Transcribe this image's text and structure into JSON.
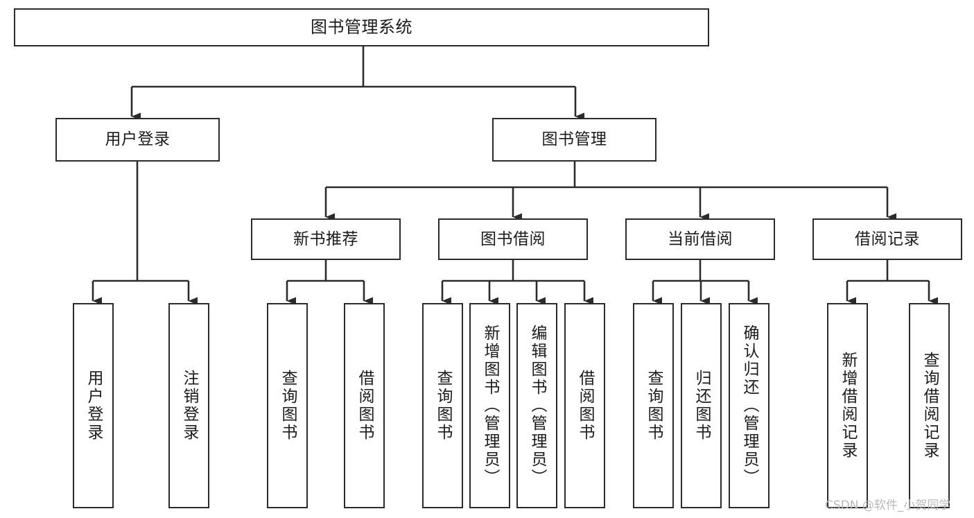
{
  "diagram": {
    "type": "tree-hierarchy",
    "title": "图书管理系统",
    "orientation": "top-down",
    "colors": {
      "box_border": "#2b2b2b",
      "box_fill": "#ffffff",
      "connector": "#2b2b2b",
      "text": "#1b1b1b",
      "watermark": "#b9b9b9",
      "background": "#ffffff"
    },
    "root": {
      "id": "root",
      "label": "图书管理系统"
    },
    "level2": [
      {
        "id": "n-user-login",
        "label": "用户登录"
      },
      {
        "id": "n-book-mgmt",
        "label": "图书管理"
      }
    ],
    "level3": [
      {
        "id": "n-new-book-rec",
        "label": "新书推荐",
        "parent": "n-book-mgmt"
      },
      {
        "id": "n-book-borrow",
        "label": "图书借阅",
        "parent": "n-book-mgmt"
      },
      {
        "id": "n-current-borrow",
        "label": "当前借阅",
        "parent": "n-book-mgmt"
      },
      {
        "id": "n-borrow-record",
        "label": "借阅记录",
        "parent": "n-book-mgmt"
      }
    ],
    "leaves": [
      {
        "id": "leaf-user-login",
        "label": "用户登录",
        "parent": "n-user-login"
      },
      {
        "id": "leaf-logout",
        "label": "注销登录",
        "parent": "n-user-login"
      },
      {
        "id": "leaf-query-book-1",
        "label": "查询图书",
        "parent": "n-new-book-rec"
      },
      {
        "id": "leaf-borrow-book-1",
        "label": "借阅图书",
        "parent": "n-new-book-rec"
      },
      {
        "id": "leaf-query-book-2",
        "label": "查询图书",
        "parent": "n-book-borrow"
      },
      {
        "id": "leaf-add-book",
        "label": "新增图书（管理员）",
        "parent": "n-book-borrow"
      },
      {
        "id": "leaf-edit-book",
        "label": "编辑图书（管理员）",
        "parent": "n-book-borrow"
      },
      {
        "id": "leaf-borrow-book-2",
        "label": "借阅图书",
        "parent": "n-book-borrow"
      },
      {
        "id": "leaf-query-book-3",
        "label": "查询图书",
        "parent": "n-current-borrow"
      },
      {
        "id": "leaf-return-book",
        "label": "归还图书",
        "parent": "n-current-borrow"
      },
      {
        "id": "leaf-confirm-return",
        "label": "确认归还（管理员）",
        "parent": "n-current-borrow"
      },
      {
        "id": "leaf-add-record",
        "label": "新增借阅记录",
        "parent": "n-borrow-record"
      },
      {
        "id": "leaf-query-record",
        "label": "查询借阅记录",
        "parent": "n-borrow-record"
      }
    ]
  },
  "watermark": {
    "text": "CSDN @软件_小贺同学"
  }
}
